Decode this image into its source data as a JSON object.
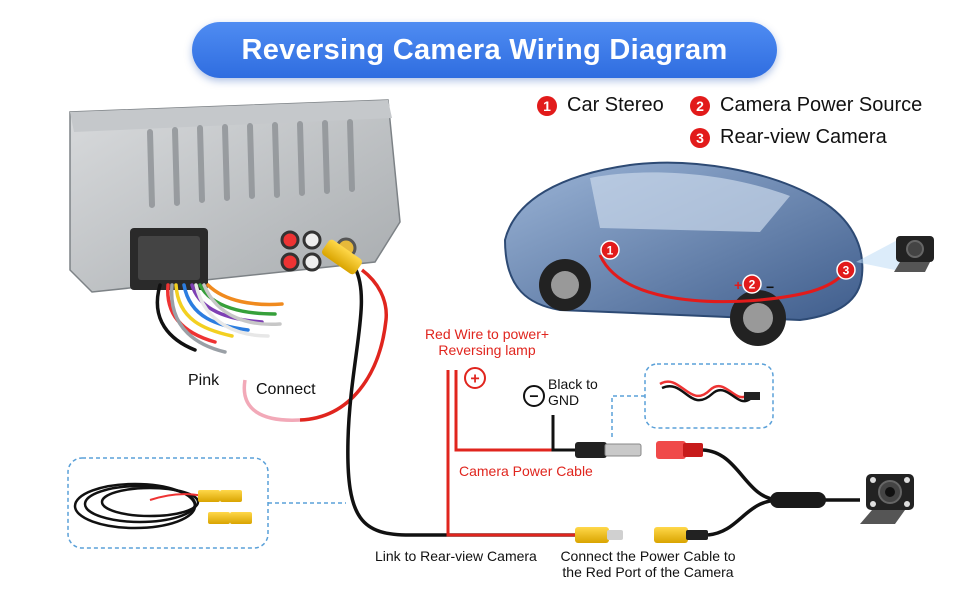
{
  "title": "Reversing Camera Wiring Diagram",
  "legend": [
    {
      "num": "1",
      "label": "Car Stereo"
    },
    {
      "num": "2",
      "label": "Camera Power Source"
    },
    {
      "num": "3",
      "label": "Rear-view Camera"
    }
  ],
  "car_markers": [
    "1",
    "2",
    "3"
  ],
  "labels": {
    "pink": "Pink",
    "connect": "Connect",
    "red_wire_line1": "Red Wire to power+",
    "red_wire_line2": "Reversing lamp",
    "black_line1": "Black to",
    "black_line2": "GND",
    "camera_power_cable": "Camera Power Cable",
    "link_rear": "Link to Rear-view Camera",
    "connect_power_line1": "Connect the Power Cable to",
    "connect_power_line2": "the Red Port of the Camera"
  },
  "symbols": {
    "plus": "+",
    "minus": "−"
  },
  "colors": {
    "title_bg": "#3b7be8",
    "marker_red": "#e21b1b",
    "wire_red": "#e0251e",
    "wire_pink": "#f2a9b8",
    "wire_black": "#111111",
    "rca_yellow": "#f2c21a",
    "callout_border": "#5aa0d8"
  }
}
